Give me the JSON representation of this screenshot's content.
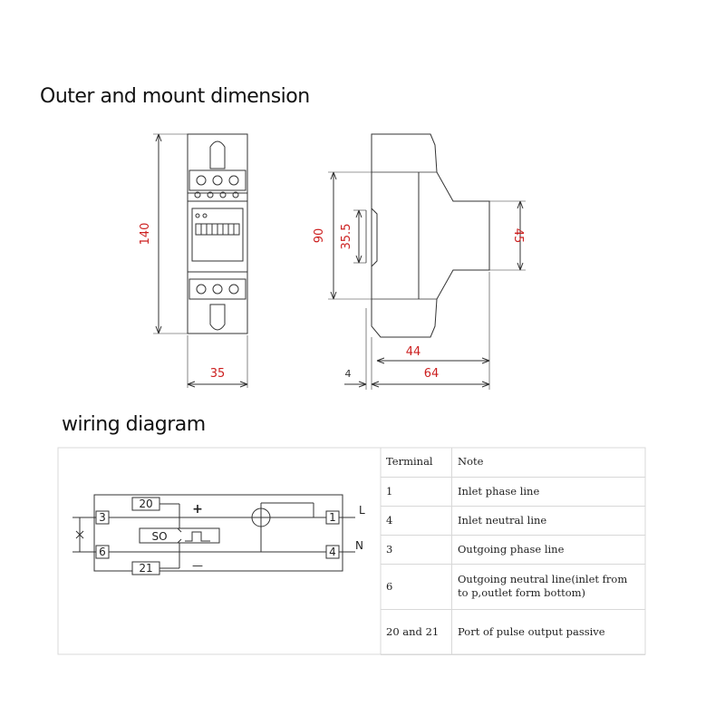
{
  "section_titles": {
    "dimensions": "Outer and mount dimension",
    "wiring": "wiring diagram"
  },
  "dimensions": {
    "height": "140",
    "width": "35",
    "side_height": "90",
    "rail_height": "35.5",
    "front_height": "45",
    "gap": "4",
    "inner_depth": "44",
    "total_depth": "64"
  },
  "wiring": {
    "terminals": [
      "3",
      "6",
      "1",
      "4",
      "20",
      "21"
    ],
    "pulse_plus": "+",
    "pulse_minus": "—",
    "so_label": "SO",
    "line_label": "L",
    "neutral_label": "N"
  },
  "table": {
    "headers": [
      "Terminal",
      "Note"
    ],
    "rows": [
      {
        "terminal": "1",
        "note": "Inlet phase line"
      },
      {
        "terminal": "4",
        "note": "Inlet neutral line"
      },
      {
        "terminal": "3",
        "note": "Outgoing phase line"
      },
      {
        "terminal": "6",
        "note": "Outgoing neutral line(inlet from to p,outlet form bottom)"
      },
      {
        "terminal": "20 and 21",
        "note": "Port of pulse output passive"
      }
    ]
  },
  "colors": {
    "dimension_text": "#cc1f1f",
    "line": "#333333"
  }
}
